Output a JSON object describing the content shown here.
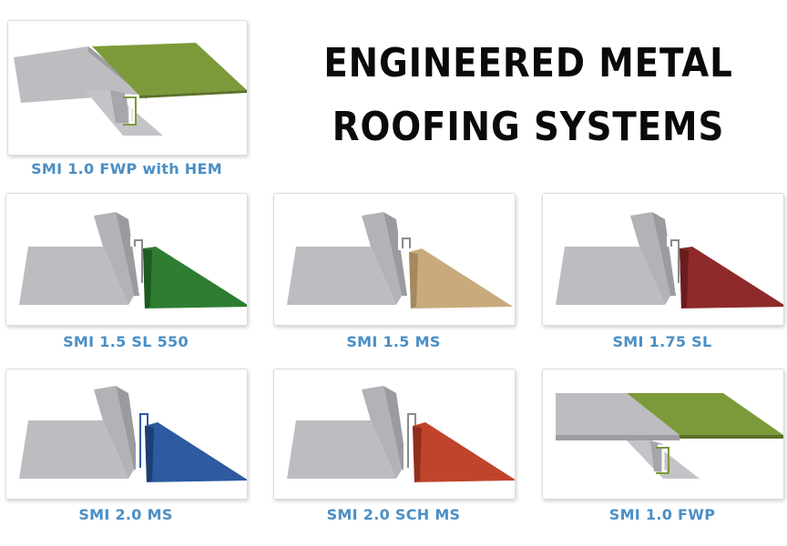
{
  "title": {
    "line1": "ENGINEERED METAL",
    "line2": "ROOFING SYSTEMS"
  },
  "colors": {
    "caption": "#4a8fc6",
    "panel_gray": "#b9b9bd",
    "panel_shadow": "#8f8f94"
  },
  "products": [
    {
      "label": "SMI 1.0 FWP with HEM",
      "profile": "flat-hem",
      "color": "#7d9a3a"
    },
    {
      "label": "SMI 1.5 SL 550",
      "profile": "seam-snaplock",
      "color": "#2e7d32"
    },
    {
      "label": "SMI 1.5 MS",
      "profile": "seam-mechanical",
      "color": "#c8aa7c"
    },
    {
      "label": "SMI 1.75 SL",
      "profile": "seam-snaplock",
      "color": "#8e2a2a"
    },
    {
      "label": "SMI 2.0 MS",
      "profile": "seam-mechanical",
      "color": "#2d5aa0"
    },
    {
      "label": "SMI 2.0 SCH MS",
      "profile": "seam-mechanical",
      "color": "#c0442b"
    },
    {
      "label": "SMI 1.0 FWP",
      "profile": "flat",
      "color": "#7d9a3a"
    }
  ]
}
